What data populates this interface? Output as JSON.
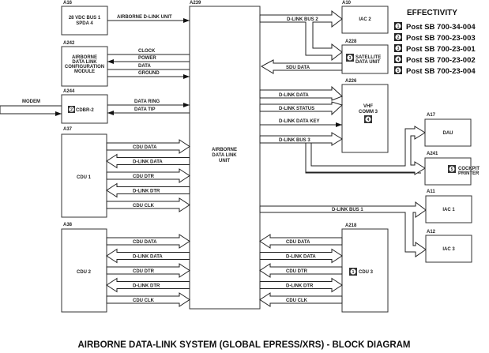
{
  "caption": "AIRBORNE DATA-LINK SYSTEM (GLOBAL EPRESS/XRS) - BLOCK DIAGRAM",
  "effectivity": {
    "title": "EFFECTIVITY",
    "items": [
      {
        "num": "1",
        "text": "Post SB 700-34-004"
      },
      {
        "num": "2",
        "text": "Post SB 700-23-003"
      },
      {
        "num": "3",
        "text": "Post SB 700-23-001"
      },
      {
        "num": "4",
        "text": "Post SB 700-23-002"
      },
      {
        "num": "5",
        "text": "Post SB 700-23-004"
      }
    ]
  },
  "blocks": {
    "a16": {
      "ref": "A16",
      "lines": [
        "28 VDC BUS 1",
        "SPDA 4"
      ]
    },
    "a242": {
      "ref": "A242",
      "lines": [
        "AIRBORNE",
        "DATA LINK",
        "CONFIGURATION",
        "MODULE"
      ]
    },
    "a244": {
      "ref": "A244",
      "label": "CDBR-2",
      "eff": "2"
    },
    "a37": {
      "ref": "A37",
      "label": "CDU 1"
    },
    "a38": {
      "ref": "A38",
      "label": "CDU 2"
    },
    "a239": {
      "ref": "A239",
      "lines": [
        "AIRBORNE",
        "DATA LINK",
        "UNIT"
      ]
    },
    "a10": {
      "ref": "A10",
      "label": "IAC 2"
    },
    "a228": {
      "ref": "A228",
      "lines": [
        "SATELLITE",
        "DATA UNIT"
      ],
      "eff": "3"
    },
    "a226": {
      "ref": "A226",
      "lines": [
        "VHF",
        "COMM 3"
      ],
      "eff": "4"
    },
    "a17": {
      "ref": "A17",
      "label": "DAU"
    },
    "a241": {
      "ref": "A241",
      "lines": [
        "COCKPIT",
        "PRINTER"
      ],
      "eff": "5"
    },
    "a11": {
      "ref": "A11",
      "label": "IAC 1"
    },
    "a12": {
      "ref": "A12",
      "label": "IAC 3"
    },
    "a218": {
      "ref": "A218",
      "label": "CDU 3",
      "eff": "1"
    }
  },
  "signals": {
    "power_feed": "AIRBORNE D-LINK UNIT",
    "config": [
      "CLOCK",
      "POWER",
      "DATA",
      "GROUND"
    ],
    "modem": "MODEM",
    "cdbr": [
      "DATA RING",
      "DATA TIP"
    ],
    "cdu": [
      "CDU DATA",
      "D-LINK DATA",
      "CDU DTR",
      "D-LINK DTR",
      "CDU CLK"
    ],
    "bus2": "D-LINK BUS 2",
    "sdu": "SDU DATA",
    "vhf": [
      "D-LINK DATA",
      "D-LINK STATUS",
      "D-LINK DATA KEY",
      "D-LINK BUS 3"
    ],
    "bus1": "D-LINK BUS 1"
  }
}
